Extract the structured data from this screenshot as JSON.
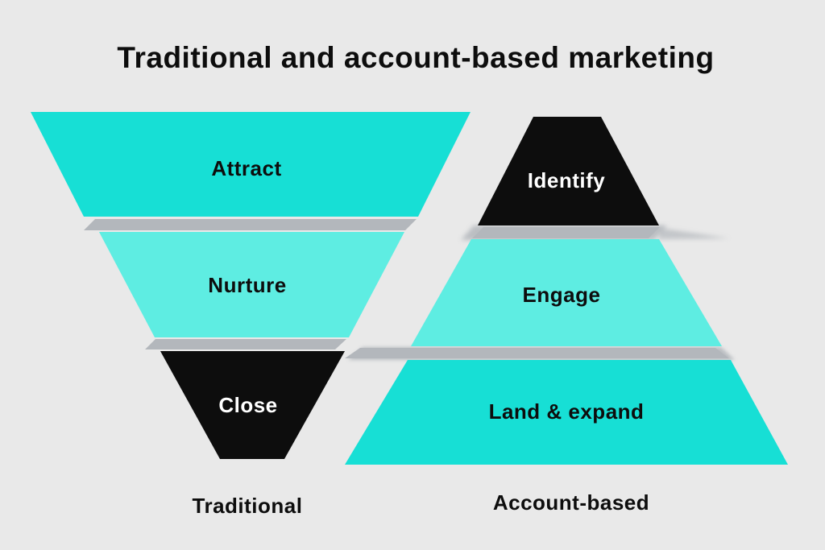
{
  "title": "Traditional and account-based marketing",
  "colors": {
    "background": "#E9E9E9",
    "bright_teal": "#17DFD5",
    "light_teal": "#5EEDE2",
    "black": "#0D0D0D",
    "gray_shadow": "#B3B7BC",
    "text_dark": "#0D0D0D",
    "text_light": "#FFFFFF"
  },
  "funnels": {
    "traditional": {
      "caption": "Traditional",
      "stages": [
        {
          "label": "Attract"
        },
        {
          "label": "Nurture"
        },
        {
          "label": "Close"
        }
      ]
    },
    "account_based": {
      "caption": "Account-based",
      "stages": [
        {
          "label": "Identify"
        },
        {
          "label": "Engage"
        },
        {
          "label": "Land & expand"
        }
      ]
    }
  }
}
